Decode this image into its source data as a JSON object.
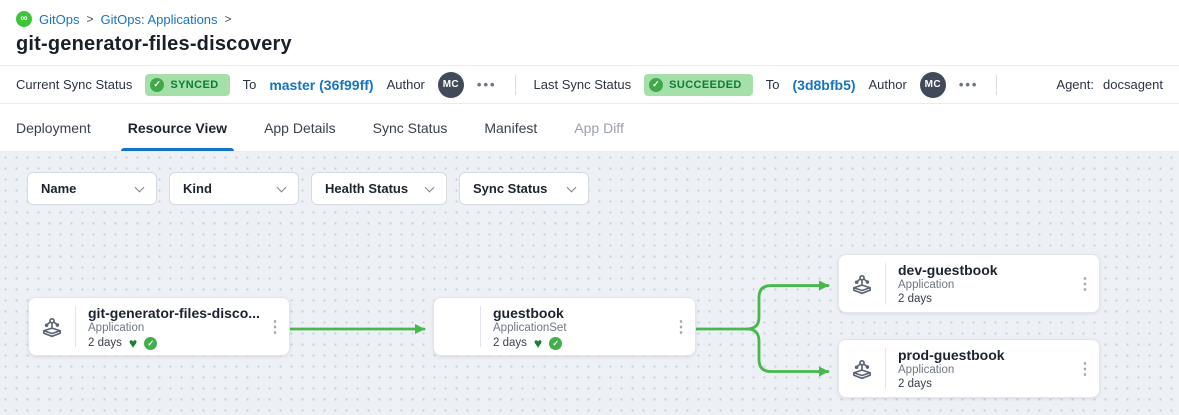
{
  "colors": {
    "link": "#1874c0",
    "accent": "#1774c4",
    "success_bg": "#a5dfa9",
    "success_text": "#0e7c35",
    "edge": "#48b84e"
  },
  "breadcrumb": {
    "logo_glyph": "∞",
    "separator": ">",
    "items": [
      {
        "label": "GitOps"
      },
      {
        "label": "GitOps: Applications"
      }
    ]
  },
  "page_title": "git-generator-files-discovery",
  "status_bar": {
    "current": {
      "label": "Current Sync Status",
      "badge": "SYNCED",
      "badge_check": "✓",
      "to": "To",
      "revision": "master (36f99ff)",
      "author_label": "Author",
      "author_initials": "MC",
      "more": "•••"
    },
    "last": {
      "label": "Last Sync Status",
      "badge": "SUCCEEDED",
      "badge_check": "✓",
      "to": "To",
      "revision": "(3d8bfb5)",
      "author_label": "Author",
      "author_initials": "MC",
      "more": "•••"
    },
    "agent_label": "Agent:",
    "agent_value": "docsagent"
  },
  "tabs": [
    {
      "label": "Deployment"
    },
    {
      "label": "Resource View"
    },
    {
      "label": "App Details"
    },
    {
      "label": "Sync Status"
    },
    {
      "label": "Manifest"
    },
    {
      "label": "App Diff"
    }
  ],
  "filters": [
    {
      "label": "Name"
    },
    {
      "label": "Kind"
    },
    {
      "label": "Health Status"
    },
    {
      "label": "Sync Status"
    }
  ],
  "graph": {
    "heart_glyph": "♥",
    "check_glyph": "✓",
    "menu_glyph": "⋮",
    "nodes": [
      {
        "title": "git-generator-files-disco...",
        "kind": "Application",
        "age": "2 days"
      },
      {
        "title": "guestbook",
        "kind": "ApplicationSet",
        "age": "2 days"
      },
      {
        "title": "dev-guestbook",
        "kind": "Application",
        "age": "2 days"
      },
      {
        "title": "prod-guestbook",
        "kind": "Application",
        "age": "2 days"
      }
    ]
  }
}
